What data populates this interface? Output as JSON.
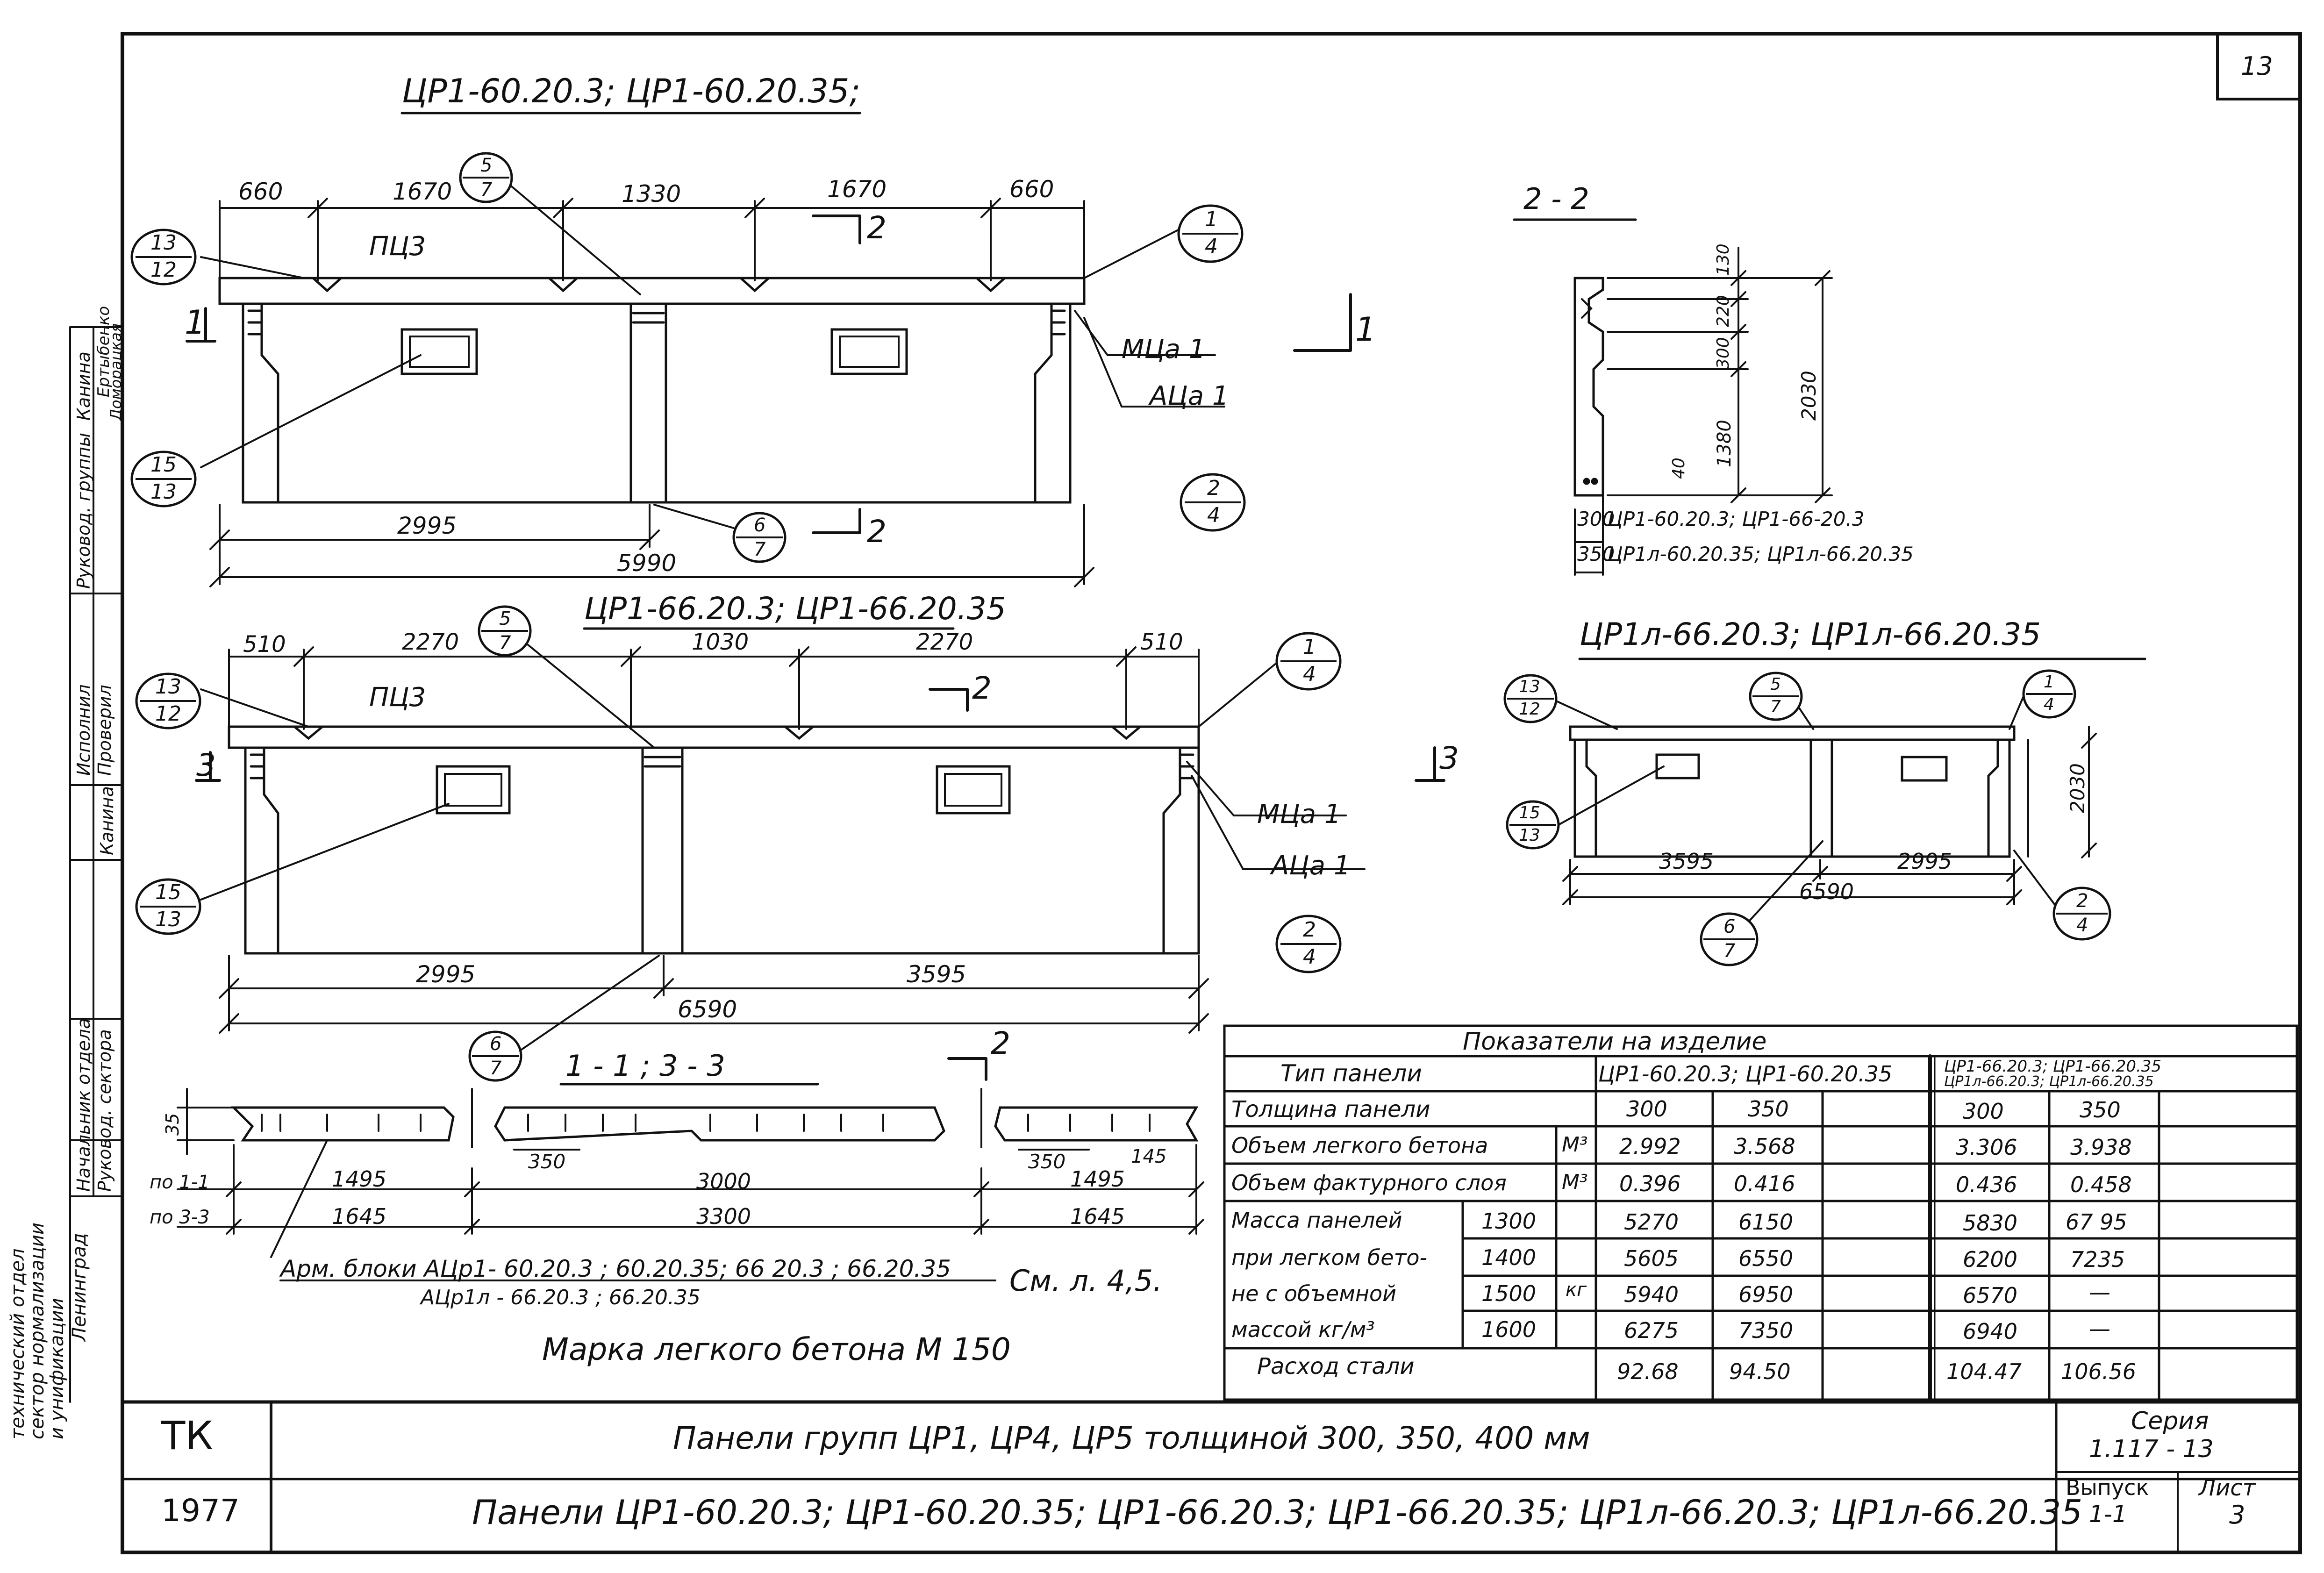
{
  "sheet_number": "13",
  "titles": {
    "panel_a": "ЦР1-60.20.3; ЦР1-60.20.35;",
    "panel_b": "ЦР1-66.20.3; ЦР1-66.20.35",
    "panel_c": "ЦР1л-66.20.3; ЦР1л-66.20.35",
    "section_22": "2 - 2",
    "section_11_33": "1 - 1 ; 3 - 3"
  },
  "labels": {
    "pts": "ПЦ3",
    "mts": "МЦа 1",
    "ats": "АЦа 1",
    "mark_1": "1",
    "mark_2": "2",
    "mark_3": "3"
  },
  "callouts": [
    {
      "top": "13",
      "bottom": "12"
    },
    {
      "top": "5",
      "bottom": "7"
    },
    {
      "top": "1",
      "bottom": "4"
    },
    {
      "top": "15",
      "bottom": "13"
    },
    {
      "top": "6",
      "bottom": "7"
    },
    {
      "top": "2",
      "bottom": "4"
    }
  ],
  "dims_a": {
    "d1": "660",
    "d2": "1670",
    "d3": "1330",
    "d4": "1670",
    "d5": "660",
    "half": "2995",
    "total": "5990"
  },
  "dims_b": {
    "d1": "510",
    "d2": "2270",
    "d3": "1030",
    "d4": "2270",
    "d5": "510",
    "left": "2995",
    "right": "3595",
    "total": "6590"
  },
  "dims_c": {
    "left": "3595",
    "right": "2995",
    "total": "6590",
    "height": "2030"
  },
  "dims_section22": {
    "h1": "130",
    "h2": "220",
    "h3": "300",
    "h4": "1380",
    "h5": "40",
    "total": "2030",
    "row1_t": "300",
    "row1": "ЦР1-60.20.3; ЦР1-66-20.3",
    "row2_t": "350",
    "row2": "ЦР1л-60.20.35; ЦР1л-66.20.35"
  },
  "dims_section11": {
    "a": "35",
    "b": "350",
    "c": "350",
    "d": "145",
    "row1_label": "по 1-1",
    "row1_l": "1495",
    "row1_m": "3000",
    "row1_r": "1495",
    "row2_label": "по 3-3",
    "row2_l": "1645",
    "row2_m": "3300",
    "row2_r": "1645"
  },
  "notes": {
    "arm_line1": "Арм. блоки  АЦр1- 60.20.3 ; 60.20.35; 66 20.3 ; 66.20.35",
    "arm_line2": "АЦр1л - 66.20.3 ; 66.20.35",
    "see": "См. л. 4,5.",
    "concrete": "Марка легкого бетона   М 150"
  },
  "table": {
    "caption": "Показатели   на   изделие",
    "type_label": "Тип        панели",
    "col_a": "ЦР1-60.20.3; ЦР1-60.20.35",
    "col_b1": "ЦР1-66.20.3; ЦР1-66.20.35",
    "col_b2": "ЦР1л-66.20.3; ЦР1л-66.20.35",
    "rows": [
      {
        "label": "Толщина      панели",
        "unit": "",
        "a1": "300",
        "a2": "350",
        "b1": "300",
        "b2": "350"
      },
      {
        "label": "Объем легкого бетона",
        "unit": "М³",
        "a1": "2.992",
        "a2": "3.568",
        "b1": "3.306",
        "b2": "3.938"
      },
      {
        "label": "Объем фактурного слоя",
        "unit": "М³",
        "a1": "0.396",
        "a2": "0.416",
        "b1": "0.436",
        "b2": "0.458"
      }
    ],
    "mass_label_1": "Масса панелей",
    "mass_label_2": "при легком бето-",
    "mass_label_3": "не с объемной",
    "mass_label_4": "массой  кг/м³",
    "mass_unit": "кг",
    "mass_rows": [
      {
        "density": "1300",
        "a1": "5270",
        "a2": "6150",
        "b1": "5830",
        "b2": "67 95"
      },
      {
        "density": "1400",
        "a1": "5605",
        "a2": "6550",
        "b1": "6200",
        "b2": "7235"
      },
      {
        "density": "1500",
        "a1": "5940",
        "a2": "6950",
        "b1": "6570",
        "b2": "—"
      },
      {
        "density": "1600",
        "a1": "6275",
        "a2": "7350",
        "b1": "6940",
        "b2": "—"
      }
    ],
    "steel_label": "Расход       стали",
    "steel": {
      "a1": "92.68",
      "a2": "94.50",
      "b1": "104.47",
      "b2": "106.56"
    }
  },
  "side_stamp": {
    "rows": [
      "Руковод. сектора",
      "Начальник отдела",
      "Проверил",
      "Исполнил",
      "Руковод. группы"
    ],
    "names": [
      "Канина",
      "Ертыбенко",
      "Доморацкая",
      "Канина"
    ],
    "org": [
      "технический отдел",
      "сектор нормализации",
      "и унификации",
      "Ленинград"
    ]
  },
  "title_block": {
    "org": "ТК",
    "year": "1977",
    "line1": "Панели   групп    ЦР1, ЦР4, ЦР5  толщиной  300, 350, 400 мм",
    "line2": "Панели     ЦР1-60.20.3;  ЦР1-60.20.35;  ЦР1-66.20.3;  ЦР1-66.20.35;  ЦР1л-66.20.3; ЦР1л-66.20.35",
    "series_label": "Серия",
    "series": "1.117 - 13",
    "issue_label": "Выпуск",
    "issue": "1-1",
    "sheet_label": "Лист",
    "sheet": "3"
  }
}
